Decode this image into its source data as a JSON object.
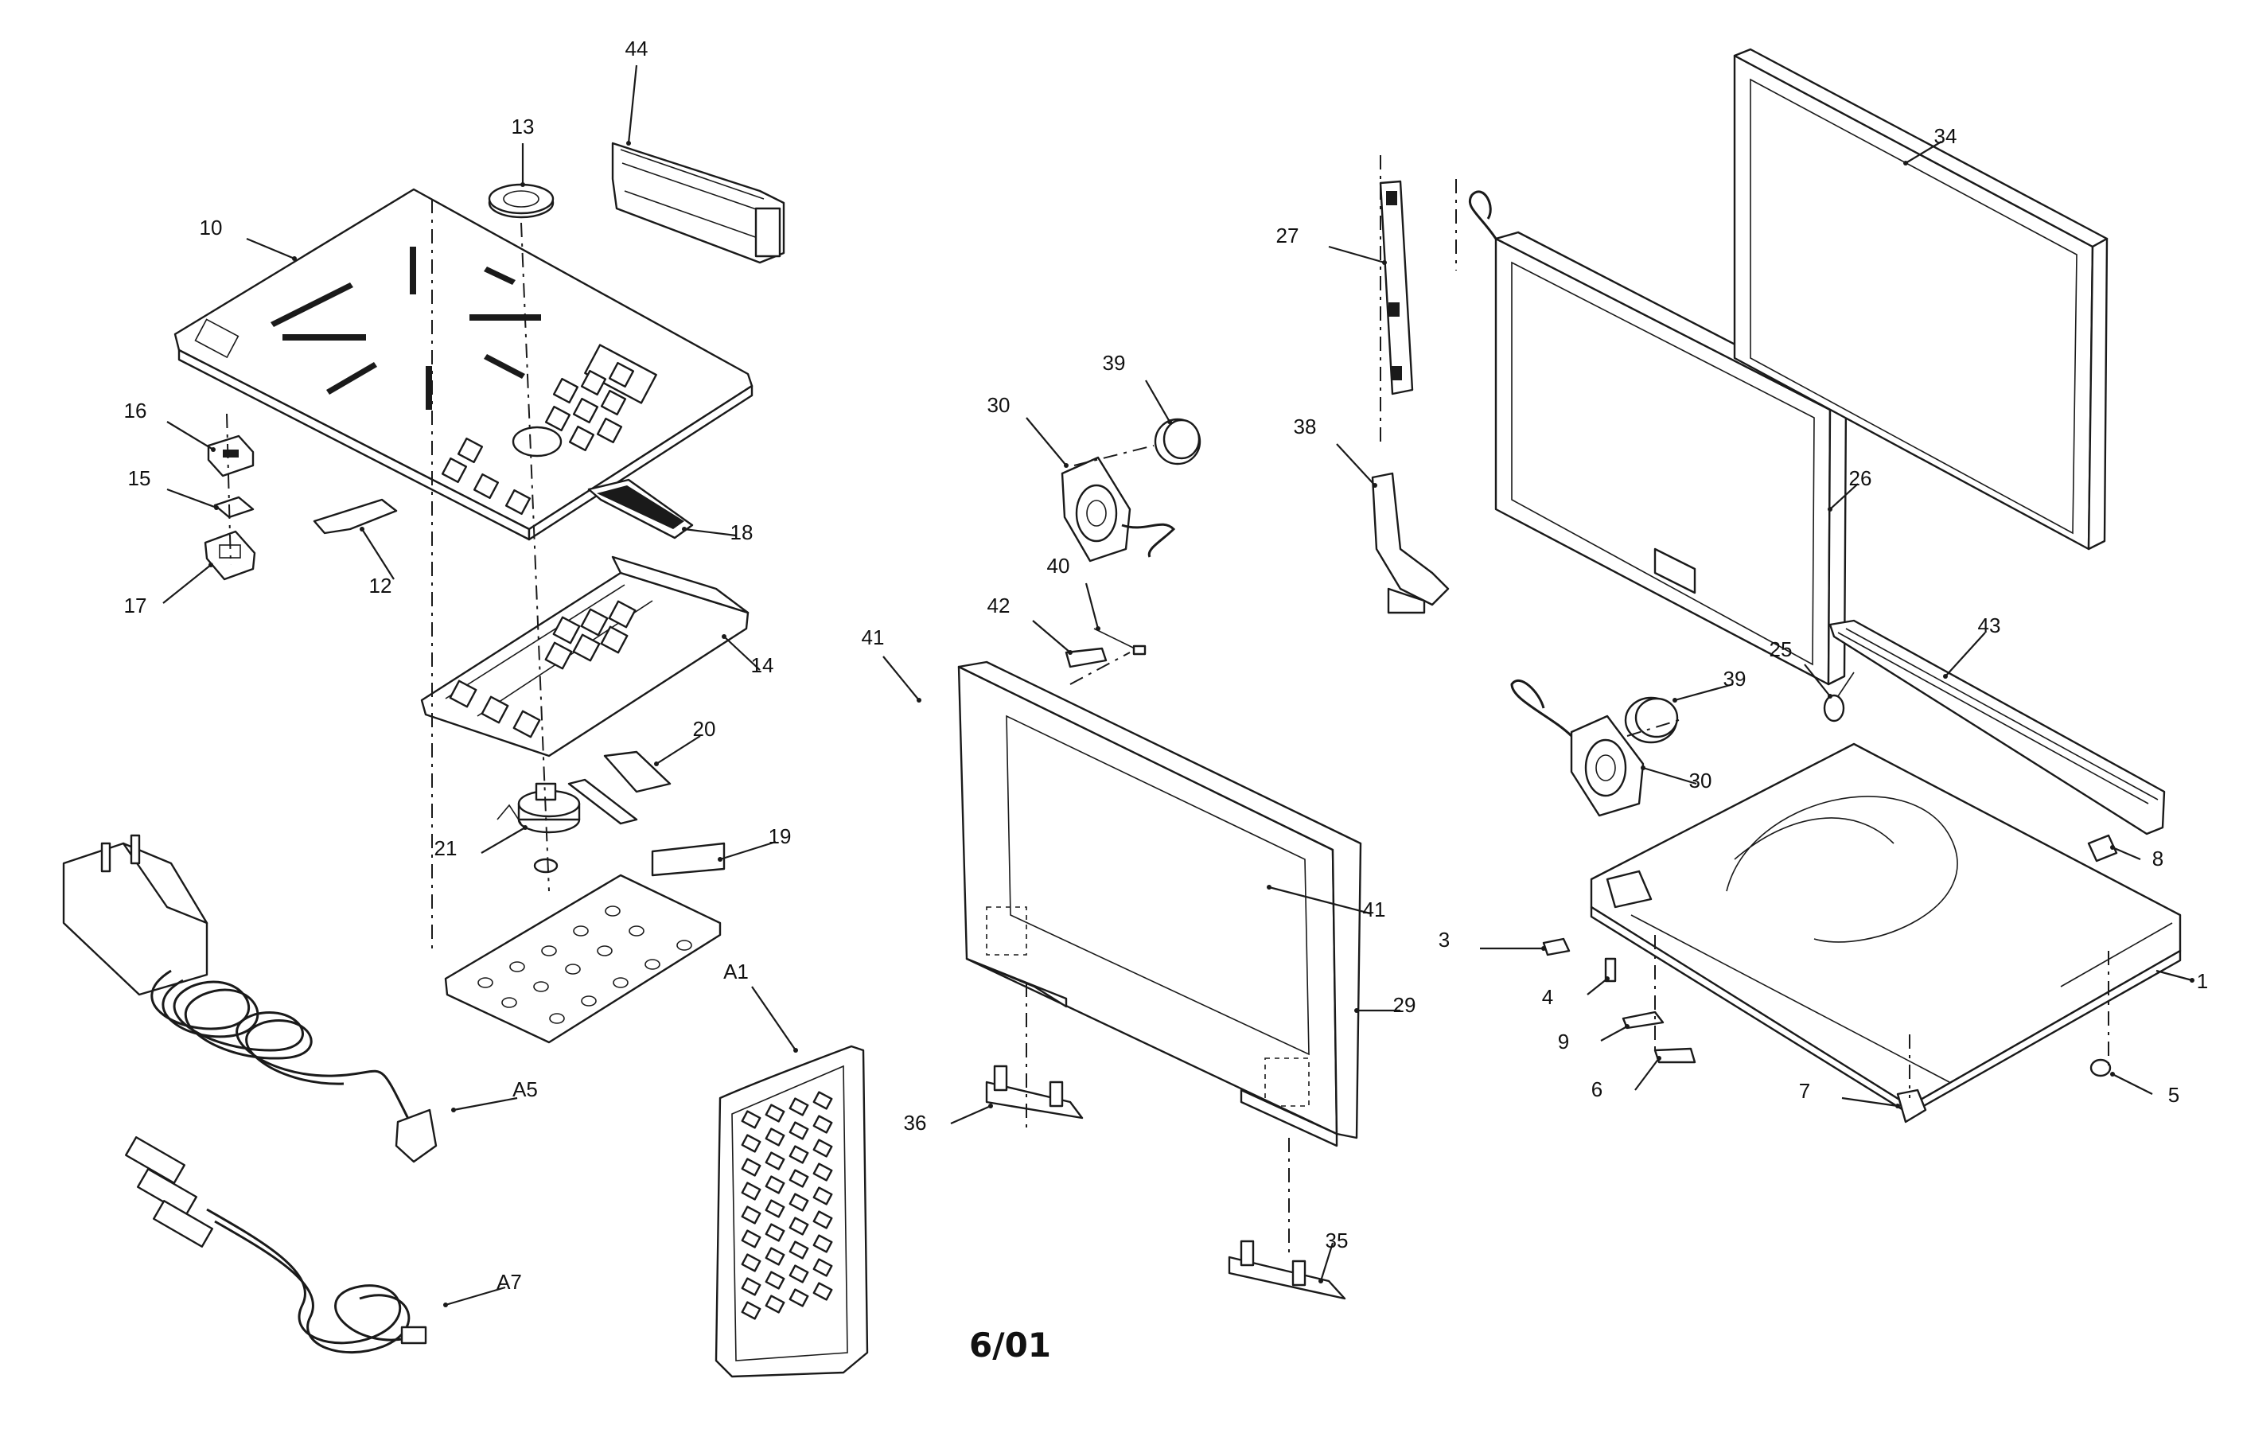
{
  "revision": "6/01",
  "callouts": [
    {
      "id": "1",
      "text": "1"
    },
    {
      "id": "3",
      "text": "3"
    },
    {
      "id": "4",
      "text": "4"
    },
    {
      "id": "5",
      "text": "5"
    },
    {
      "id": "6",
      "text": "6"
    },
    {
      "id": "7",
      "text": "7"
    },
    {
      "id": "8",
      "text": "8"
    },
    {
      "id": "9",
      "text": "9"
    },
    {
      "id": "10",
      "text": "10"
    },
    {
      "id": "12",
      "text": "12"
    },
    {
      "id": "13",
      "text": "13"
    },
    {
      "id": "14",
      "text": "14"
    },
    {
      "id": "15",
      "text": "15"
    },
    {
      "id": "16",
      "text": "16"
    },
    {
      "id": "17",
      "text": "17"
    },
    {
      "id": "18",
      "text": "18"
    },
    {
      "id": "19",
      "text": "19"
    },
    {
      "id": "20",
      "text": "20"
    },
    {
      "id": "21",
      "text": "21"
    },
    {
      "id": "25",
      "text": "25"
    },
    {
      "id": "26",
      "text": "26"
    },
    {
      "id": "27",
      "text": "27"
    },
    {
      "id": "29",
      "text": "29"
    },
    {
      "id": "30a",
      "text": "30"
    },
    {
      "id": "30b",
      "text": "30"
    },
    {
      "id": "34",
      "text": "34"
    },
    {
      "id": "35",
      "text": "35"
    },
    {
      "id": "36",
      "text": "36"
    },
    {
      "id": "38",
      "text": "38"
    },
    {
      "id": "39a",
      "text": "39"
    },
    {
      "id": "39b",
      "text": "39"
    },
    {
      "id": "40",
      "text": "40"
    },
    {
      "id": "41a",
      "text": "41"
    },
    {
      "id": "41b",
      "text": "41"
    },
    {
      "id": "42",
      "text": "42"
    },
    {
      "id": "43",
      "text": "43"
    },
    {
      "id": "44",
      "text": "44"
    },
    {
      "id": "A1",
      "text": "A1"
    },
    {
      "id": "A5",
      "text": "A5"
    },
    {
      "id": "A7",
      "text": "A7"
    }
  ]
}
